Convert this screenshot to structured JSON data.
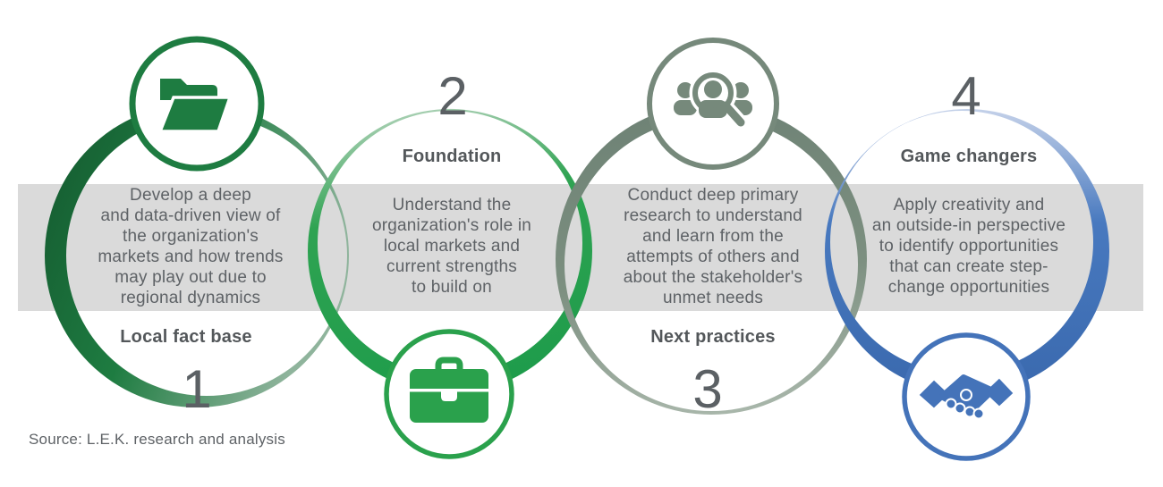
{
  "title": "Four-step strategy process diagram",
  "source": "Source: L.E.K. research and analysis",
  "band_color": "#DADADA",
  "text_color": "#5E6266",
  "steps": [
    {
      "number": "1",
      "label": "Local fact base",
      "description": "Develop a deep\nand data-driven view of\nthe organization's\nmarkets and how trends\nmay play out due to\nregional dynamics",
      "icon": "open-folder-icon",
      "accent": "#1E7C41"
    },
    {
      "number": "2",
      "label": "Foundation",
      "description": "Understand the\norganization's role in\nlocal markets and\ncurrent strengths\nto build on",
      "icon": "briefcase-icon",
      "accent": "#2AA14C"
    },
    {
      "number": "3",
      "label": "Next practices",
      "description": "Conduct deep primary\nresearch to understand\nand learn from the\nattempts of others and\nabout the stakeholder's\nunmet needs",
      "icon": "people-magnifier-icon",
      "accent": "#76897B"
    },
    {
      "number": "4",
      "label": "Game changers",
      "description": "Apply creativity and\nan outside-in perspective\nto identify opportunities\nthat can create step-\nchange opportunities",
      "icon": "handshake-icon",
      "accent": "#4473B9"
    }
  ]
}
